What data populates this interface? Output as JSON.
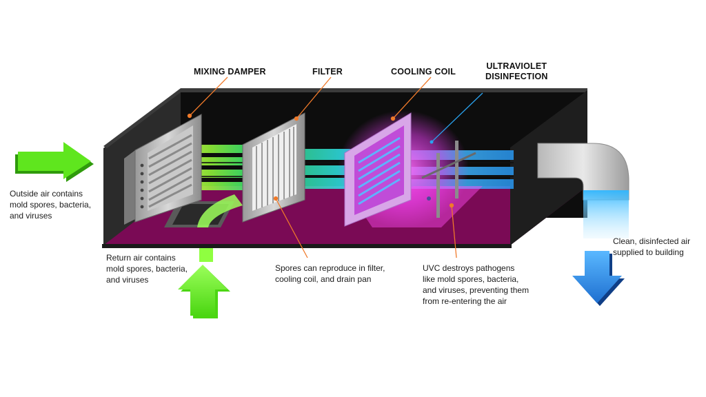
{
  "labels": {
    "mixing_damper": "MIXING DAMPER",
    "filter": "FILTER",
    "cooling_coil": "COOLING COIL",
    "uv_disinfection": "ULTRAVIOLET\nDISINFECTION"
  },
  "captions": {
    "outside_air": "Outside air contains\nmold spores, bacteria,\nand viruses",
    "return_air": "Return air contains\nmold spores, bacteria,\nand viruses",
    "spores": "Spores can reproduce in filter,\ncooling coil, and drain pan",
    "uvc": "UVC destroys pathogens\nlike mold spores, bacteria,\nand viruses, preventing them\nfrom re-entering the air",
    "clean_air": "Clean, disinfected air\nsupplied to building"
  },
  "colors": {
    "housing": "#1a1a1a",
    "floor": "#7a0a55",
    "intake_arrow": "#5fe61e",
    "supply_arrow": "#2f8fe0",
    "uv_glow": "#e03bea",
    "leader_line": "#f07a2a",
    "uv_leader": "#2aa3f0",
    "airstream_cool": "#2fe6ff"
  },
  "icons": {
    "outside_air_arrow": "arrow-right-icon",
    "return_air_arrow": "arrow-up-icon",
    "supply_air_arrow": "arrow-down-icon",
    "supply_duct": "duct-elbow-icon"
  }
}
